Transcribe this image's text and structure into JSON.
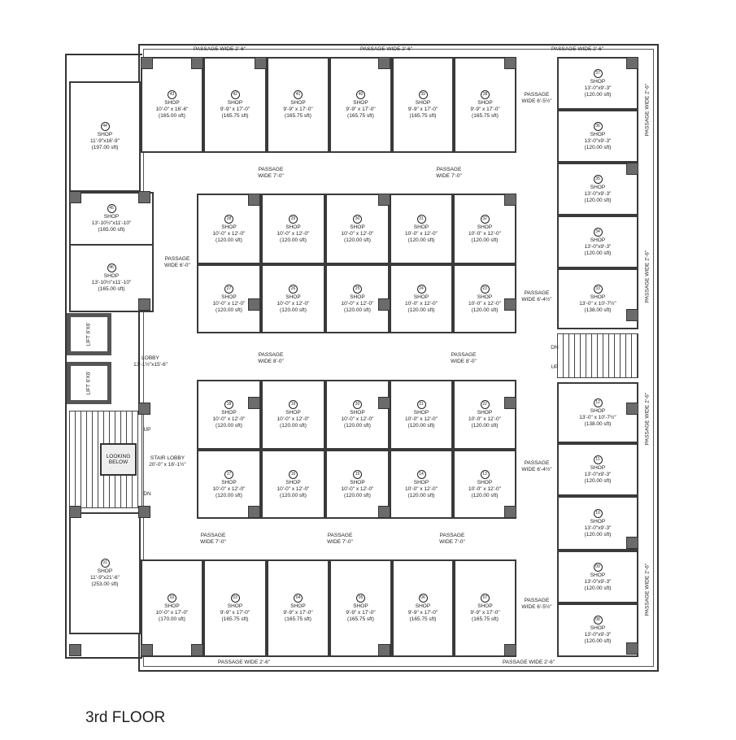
{
  "title": "3rd FLOOR",
  "shop_label": "SHOP",
  "shops": [
    {
      "no": "43",
      "dims": "10'-0\" x 16'-6\"",
      "area": "(165.00 sft)"
    },
    {
      "no": "42",
      "dims": "9'-9\" x 17'-0\"",
      "area": "(165.75 sft)"
    },
    {
      "no": "41",
      "dims": "9'-9\" x 17'-0\"",
      "area": "(165.75 sft)"
    },
    {
      "no": "40",
      "dims": "9'-9\" x 17'-0\"",
      "area": "(165.75 sft)"
    },
    {
      "no": "39",
      "dims": "9'-9\" x 17'-0\"",
      "area": "(165.75 sft)"
    },
    {
      "no": "38",
      "dims": "9'-9\" x 17'-0\"",
      "area": "(165.75 sft)"
    },
    {
      "no": "37",
      "dims": "13'-0\"x9'-3\"",
      "area": "(120.00 sft)"
    },
    {
      "no": "36",
      "dims": "13'-0\"x9'-3\"",
      "area": "(120.00 sft)"
    },
    {
      "no": "35",
      "dims": "13'-0\"x9'-3\"",
      "area": "(120.00 sft)"
    },
    {
      "no": "34",
      "dims": "13'-0\"x9'-3\"",
      "area": "(120.00 sft)"
    },
    {
      "no": "33",
      "dims": "13'-0\" x 10'-7½\"",
      "area": "(138.00 sft)"
    },
    {
      "no": "12",
      "dims": "13'-0\" x 10'-7½\"",
      "area": "(138.00 sft)"
    },
    {
      "no": "11",
      "dims": "13'-0\"x9'-3\"",
      "area": "(120.00 sft)"
    },
    {
      "no": "10",
      "dims": "13'-0\"x9'-3\"",
      "area": "(120.00 sft)"
    },
    {
      "no": "09",
      "dims": "13'-0\"x9'-3\"",
      "area": "(120.00 sft)"
    },
    {
      "no": "08",
      "dims": "13'-0\"x9'-3\"",
      "area": "(120.00 sft)"
    },
    {
      "no": "28",
      "dims": "10'-0\" x 12'-0\"",
      "area": "(120.00 sft)"
    },
    {
      "no": "29",
      "dims": "10'-0\" x 12'-0\"",
      "area": "(120.00 sft)"
    },
    {
      "no": "30",
      "dims": "10'-0\" x 12'-0\"",
      "area": "(120.00 sft)"
    },
    {
      "no": "31",
      "dims": "10'-0\" x 12'-0\"",
      "area": "(120.00 sft)"
    },
    {
      "no": "32",
      "dims": "10'-0\" x 12'-0\"",
      "area": "(120.00 sft)"
    },
    {
      "no": "27",
      "dims": "10'-0\" x 12'-0\"",
      "area": "(120.00 sft)"
    },
    {
      "no": "26",
      "dims": "10'-0\" x 12'-0\"",
      "area": "(120.00 sft)"
    },
    {
      "no": "25",
      "dims": "10'-0\" x 12'-0\"",
      "area": "(120.00 sft)"
    },
    {
      "no": "24",
      "dims": "10'-0\" x 12'-0\"",
      "area": "(120.00 sft)"
    },
    {
      "no": "23",
      "dims": "10'-0\" x 12'-0\"",
      "area": "(120.00 sft)"
    },
    {
      "no": "18",
      "dims": "10'-0\" x 12'-0\"",
      "area": "(120.00 sft)"
    },
    {
      "no": "19",
      "dims": "10'-0\" x 12'-0\"",
      "area": "(120.00 sft)"
    },
    {
      "no": "20",
      "dims": "10'-0\" x 12'-0\"",
      "area": "(120.00 sft)"
    },
    {
      "no": "21",
      "dims": "10'-0\" x 12'-0\"",
      "area": "(120.00 sft)"
    },
    {
      "no": "22",
      "dims": "10'-0\" x 12'-0\"",
      "area": "(120.00 sft)"
    },
    {
      "no": "17",
      "dims": "10'-0\" x 12'-0\"",
      "area": "(120.00 sft)"
    },
    {
      "no": "16",
      "dims": "10'-0\" x 12'-0\"",
      "area": "(120.00 sft)"
    },
    {
      "no": "15",
      "dims": "10'-0\" x 12'-0\"",
      "area": "(120.00 sft)"
    },
    {
      "no": "14",
      "dims": "10'-0\" x 12'-0\"",
      "area": "(120.00 sft)"
    },
    {
      "no": "13",
      "dims": "10'-0\" x 12'-0\"",
      "area": "(120.00 sft)"
    },
    {
      "no": "02",
      "dims": "10'-0\" x 17'-0\"",
      "area": "(170.00 sft)"
    },
    {
      "no": "03",
      "dims": "9'-9\" x 17'-0\"",
      "area": "(165.75 sft)"
    },
    {
      "no": "04",
      "dims": "9'-9\" x 17'-0\"",
      "area": "(165.75 sft)"
    },
    {
      "no": "05",
      "dims": "9'-9\" x 17'-0\"",
      "area": "(165.75 sft)"
    },
    {
      "no": "06",
      "dims": "9'-9\" x 17'-0\"",
      "area": "(165.75 sft)"
    },
    {
      "no": "07",
      "dims": "9'-9\" x 17'-0\"",
      "area": "(165.75 sft)"
    },
    {
      "no": "44",
      "dims": "11'-9\"x16'-9\"",
      "area": "(197.00 sft)"
    },
    {
      "no": "45",
      "dims": "13'-10½\"x11'-10\"",
      "area": "(165.00 sft)"
    },
    {
      "no": "46",
      "dims": "13'-10½\"x11'-10\"",
      "area": "(165.00 sft)"
    },
    {
      "no": "01",
      "dims": "11'-9\"x21'-6\"",
      "area": "(253.00 sft)"
    }
  ],
  "passages": [
    "PASSAGE WIDE 2'-6\"",
    "PASSAGE WIDE 2'-6\"",
    "PASSAGE WIDE 2'-6\"",
    "PASSAGE WIDE 2'-6\"",
    "PASSAGE WIDE 2'-6\"",
    "PASSAGE\nWIDE 7'-0\"",
    "PASSAGE\nWIDE 7'-0\"",
    "PASSAGE\nWIDE 6'-0\"",
    "PASSAGE\nWIDE 6'-5½\"",
    "PASSAGE\nWIDE 6'-4½\"",
    "PASSAGE\nWIDE 6'-4½\"",
    "PASSAGE\nWIDE 6'-5½\"",
    "PASSAGE\nWIDE 8'-0\"",
    "PASSAGE\nWIDE 8'-0\"",
    "PASSAGE\nWIDE 7'-0\"",
    "PASSAGE\nWIDE 7'-0\"",
    "PASSAGE\nWIDE 7'-0\""
  ],
  "vertical_passages": [
    "PASSAGE WIDE 2'-6\"",
    "PASSAGE WIDE 2'-6\"",
    "PASSAGE WIDE 2'-6\"",
    "PASSAGE WIDE 2'-6\""
  ],
  "lobby": {
    "name": "LOBBY",
    "dims": "13'-1½\"x15'-6\""
  },
  "stair_lobby": {
    "name": "STAIR LOBBY",
    "dims": "20'-0\" x 16'-1½\""
  },
  "looking_below": "LOOKING\nBELOW",
  "lift": {
    "name": "LIFT",
    "dims": "6'X6'"
  },
  "stair_marks": {
    "up": "UP",
    "dn": "DN"
  }
}
